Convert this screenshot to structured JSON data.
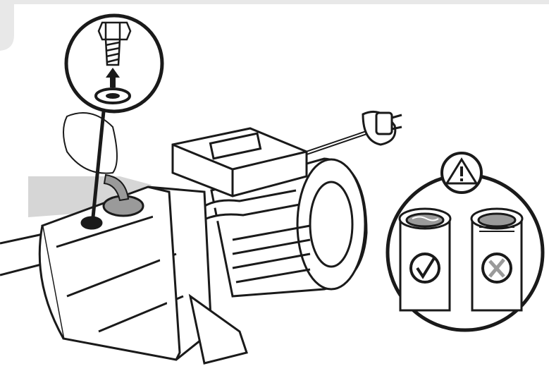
{
  "illustration": {
    "subject": "surface-pump",
    "callouts": [
      {
        "name": "drain-plug-removal",
        "icon": "hex-bolt-icon"
      },
      {
        "name": "pipe-connection-check",
        "icon": "warning-triangle-icon",
        "correct_icon": "checkmark-icon",
        "incorrect_icon": "cross-icon"
      }
    ]
  },
  "colors": {
    "line": "#1a1a1a",
    "fill": "#ffffff",
    "water_gray": "#9a9a9a",
    "band_gray": "#d6d6d6",
    "top_bar": "#e8e8e8"
  }
}
